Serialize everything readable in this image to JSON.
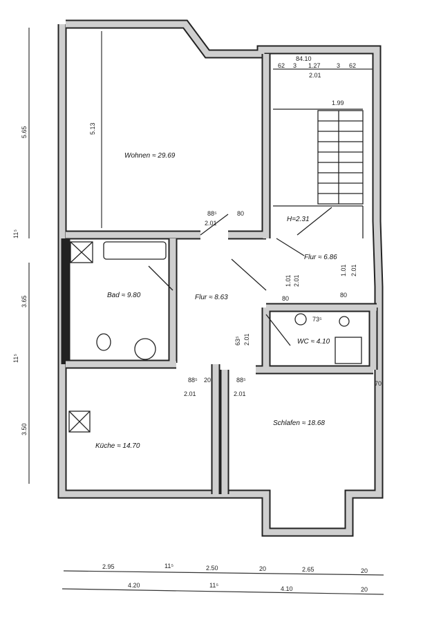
{
  "title": "Grundriss Wohnung",
  "rooms": {
    "wohnen": "Wohnen ≈ 29.69",
    "bad": "Bad ≈ 9.80",
    "flur1": "Flur ≈ 8.63",
    "flur2": "Flur ≈ 6.86",
    "wc": "WC ≈ 4.10",
    "kueche": "Küche ≈ 14.70",
    "schlafen": "Schlafen ≈ 18.68",
    "stair_height": "H=2.31"
  },
  "dimensions": {
    "left": [
      "5.65",
      "11⁵",
      "3.65",
      "11⁵",
      "3.50"
    ],
    "bottom_row1": [
      "2.95",
      "11⁵",
      "2.50",
      "20",
      "2.65",
      "20"
    ],
    "bottom_row2": [
      "4.20",
      "11⁵",
      "4.10",
      "20"
    ],
    "stair": [
      "84.10",
      "62",
      "3",
      "1.27",
      "3",
      "62",
      "2.01",
      "1.99"
    ],
    "wohnen_height": "5.13",
    "doors": {
      "wohnen_door": "88⁵",
      "wohnen_door_h": "2.01",
      "wohnen_80": "80",
      "kueche_door": "88⁵",
      "kueche_door_h": "2.01",
      "schlafen_door": "88⁵",
      "schlafen_door_h": "2.01",
      "flur_door_a": "1.01",
      "flur_door_b": "2.01",
      "flur_door_c": "1.01",
      "flur_door_d": "2.01",
      "wc_door": "63⁵",
      "wc_door_h": "2.01",
      "wc_73": "73⁵",
      "n80a": "80",
      "n80b": "80",
      "n20": "20",
      "n70": "70"
    }
  }
}
